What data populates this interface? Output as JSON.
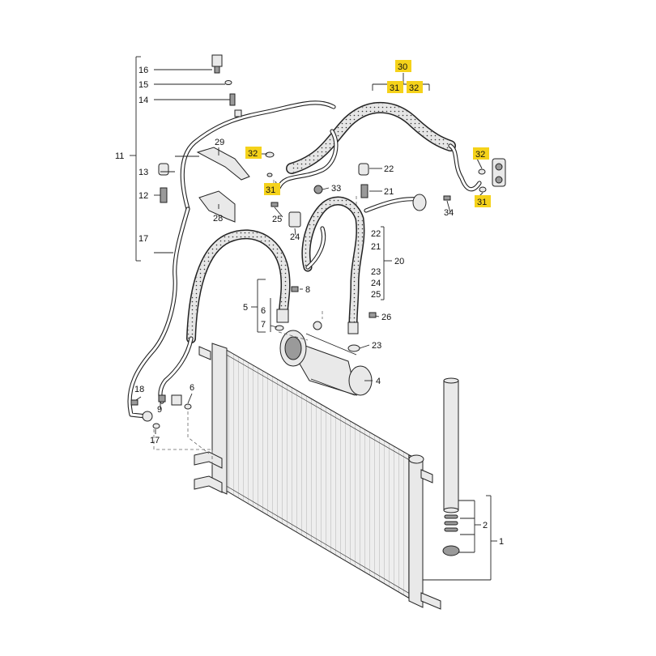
{
  "colors": {
    "highlight": "#f5d21a",
    "line": "#222222",
    "background": "#ffffff"
  },
  "callouts": {
    "c16": "16",
    "c15": "15",
    "c14": "14",
    "c11": "11",
    "c13": "13",
    "c12": "12",
    "c17a": "17",
    "c29": "29",
    "c28": "28",
    "c30": "30",
    "c31a": "31",
    "c32a": "32",
    "c32b": "32",
    "c31b": "31",
    "c33": "33",
    "c25a": "25",
    "c24a": "24",
    "c22a": "22",
    "c21a": "21",
    "c32c": "32",
    "c31c": "31",
    "c34": "34",
    "c22b": "22",
    "c21b": "21",
    "c20": "20",
    "c23a": "23",
    "c24b": "24",
    "c25b": "25",
    "c8": "8",
    "c5": "5",
    "c6a": "6",
    "c7": "7",
    "c26": "26",
    "c23b": "23",
    "c4": "4",
    "c18": "18",
    "c9": "9",
    "c6b": "6",
    "c17b": "17",
    "c2": "2",
    "c1": "1"
  }
}
